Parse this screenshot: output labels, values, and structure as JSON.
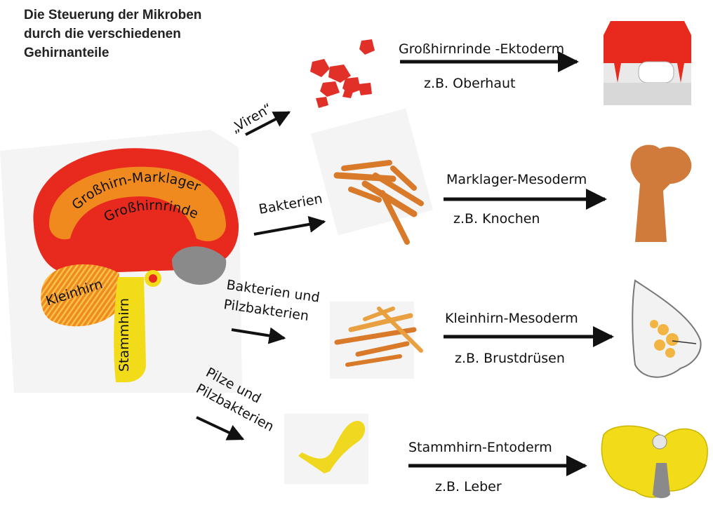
{
  "title": {
    "lines": [
      "Die Steuerung der Mikroben",
      "durch die verschiedenen",
      "Gehirnanteile"
    ]
  },
  "brain": {
    "label_marklager": "Großhirn-Marklager",
    "label_rinde": "Großhirnrinde",
    "label_kleinhirn": "Kleinhirn",
    "label_stammhirn": "Stammhirn"
  },
  "microbes": {
    "viren": "„Viren“",
    "bakterien": "Bakterien",
    "bakterien_pilz_line1": "Bakterien und",
    "bakterien_pilz_line2": "Pilzbakterien",
    "pilze_line1": "Pilze und",
    "pilze_line2": "Pilzbakterien"
  },
  "rows": [
    {
      "layer": "Großhirnrinde -Ektoderm",
      "example": "z.B. Oberhaut"
    },
    {
      "layer": "Marklager-Mesoderm",
      "example": "z.B. Knochen"
    },
    {
      "layer": "Kleinhirn-Mesoderm",
      "example": "z.B. Brustdrüsen"
    },
    {
      "layer": "Stammhirn-Entoderm",
      "example": "z.B. Leber"
    }
  ],
  "colors": {
    "red": "#e8291e",
    "orange": "#f08a1f",
    "bacteria": "#d97a2b",
    "yellow": "#f2dc1a",
    "bone": "#d07a3c"
  }
}
